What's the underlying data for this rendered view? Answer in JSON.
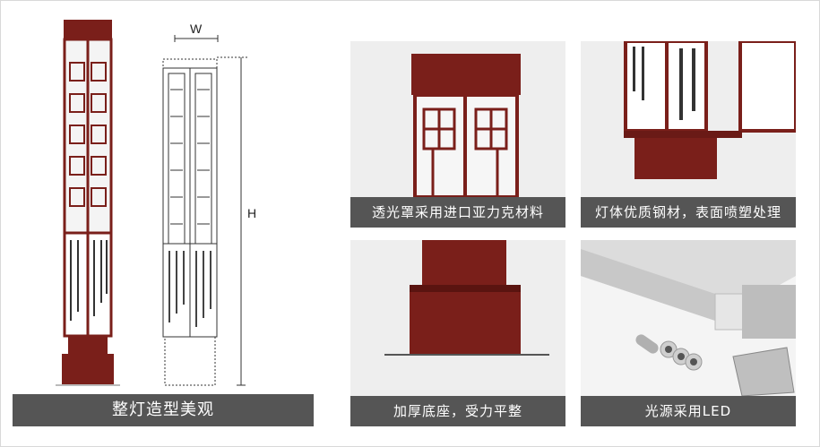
{
  "panels": {
    "main": {
      "caption": "整灯造型美观",
      "width_label": "W",
      "height_label": "H"
    },
    "top_cap": {
      "caption": "透光罩采用进口亚力克材料"
    },
    "body_detail": {
      "caption": "灯体优质钢材，表面喷塑处理"
    },
    "base": {
      "caption": "加厚底座，受力平整"
    },
    "led": {
      "caption": "光源采用LED"
    }
  },
  "colors": {
    "lamp_body": "#7a1f1a",
    "caption_bg": "#555555",
    "panel_bg": "#eeeeee"
  }
}
